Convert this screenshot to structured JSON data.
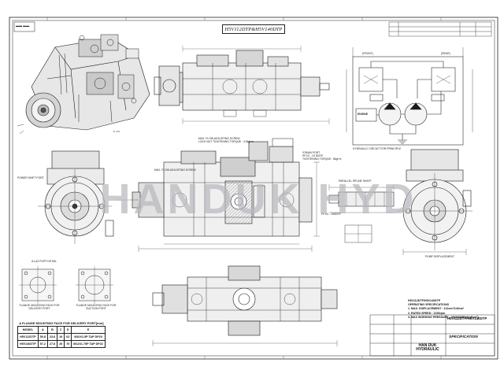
{
  "drawing": {
    "title": "H5V112DTP&H5V140DTP",
    "watermark": "HANDUK HYD",
    "logo_top": "▬▬ ▬▬",
    "view_labels": {
      "front": "(FRONT)",
      "rear": "(REAR)",
      "engine": "ENGINE",
      "hydraulic_circuit": "HYDRAULIC CIRCUIT FOR PRINCIPLE",
      "flange_p": "FLANGE MOUNTING FACE FOR DELIVERY PORT",
      "flange_s": "FLANGE MOUNTING FACE FOR SUCTION PORT",
      "port_detail": "A1,A2 PORT DETAIL"
    },
    "callouts": [
      "MAX. FLOW ADJUSTING SCREW",
      "LOCK NUT TIGHTENING TORQUE : 4.5kgf·m",
      "*DRAIN PORT",
      "PF1/2 - 19 DEEP",
      "TIGHTENING TORQUE : 8kgf·m",
      "PARALLEL SPLINE SHAFT",
      "POWER SHIFT PORT",
      "MAX. FLOW ADJUSTING SCREW",
      "PF1/4 - 15DEEP",
      "PUMP DISPLACEMENT"
    ]
  },
  "flange_table": {
    "caption": "A FLANGE MOUNTING FACE FOR DELIVERY PORT[mm]",
    "headers": [
      "MODEL",
      "A",
      "B",
      "C",
      "D",
      "E"
    ],
    "rows": [
      [
        "H5V112DTP",
        "50.8",
        "23.8",
        "19",
        "62",
        "M10X1.5P TAP DP20"
      ],
      [
        "H5V140DTP",
        "57.2",
        "27.8",
        "25",
        "70",
        "M12X1.75P TAP DP22"
      ]
    ]
  },
  "specifications": {
    "heading": "H5V112DTP/H5V140DTP",
    "subheading": "OPERATING SPECIFICATIONS",
    "items": [
      "1. MAX. DISPLACEMENT : 112cm³/140cm³",
      "2. RATED SPEED : 2150rpm",
      "3. MAX WORKING PRESSURE : 35(350)MPa(kgf/cm²)"
    ]
  },
  "title_block": {
    "company": "HAN DUK HYDRAULIC",
    "doc_type": "SPECIFICATION",
    "name": "H5V112DTP/H5V140DTP"
  },
  "colors": {
    "line": "#1a1a1a",
    "watermark": "#b9b9be"
  }
}
